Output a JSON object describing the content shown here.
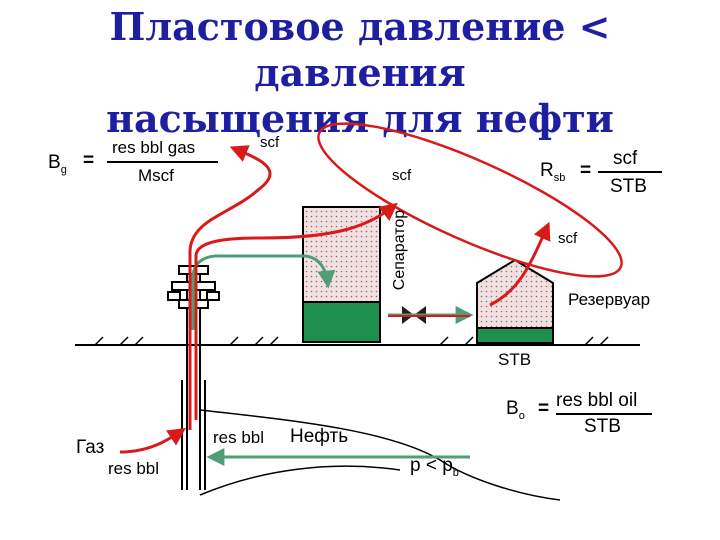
{
  "title": {
    "line1": "Пластовое давление < давления",
    "line2": "насыщения для нефти"
  },
  "formula_bg": {
    "symbol": "B",
    "sub": "g",
    "eq": "=",
    "numerator": "res bbl gas",
    "denominator": "Mscf"
  },
  "formula_rsb": {
    "symbol": "R",
    "sub": "sb",
    "eq": "=",
    "numerator": "scf",
    "denominator": "STB"
  },
  "formula_bo": {
    "symbol": "B",
    "sub": "o",
    "eq": "=",
    "numerator": "res bbl oil",
    "denominator": "STB"
  },
  "labels": {
    "scf_top": "scf",
    "scf_sep": "scf",
    "scf_tank": "scf",
    "separator": "Сепаратор",
    "reservoir": "Резервуар",
    "stb": "STB",
    "gas": "Газ",
    "res_bbl_left": "res bbl",
    "res_bbl_mid": "res bbl",
    "oil": "Нефть",
    "pressure": "p < p",
    "pressure_sub": "b"
  },
  "colors": {
    "title": "#1e1ea0",
    "gas_flow": "#d81a1a",
    "oil_fill": "#1e8f4e",
    "oil_flow": "#4f9e78",
    "gas_space": "#f2dede",
    "ellipse": "#d81a1a"
  }
}
